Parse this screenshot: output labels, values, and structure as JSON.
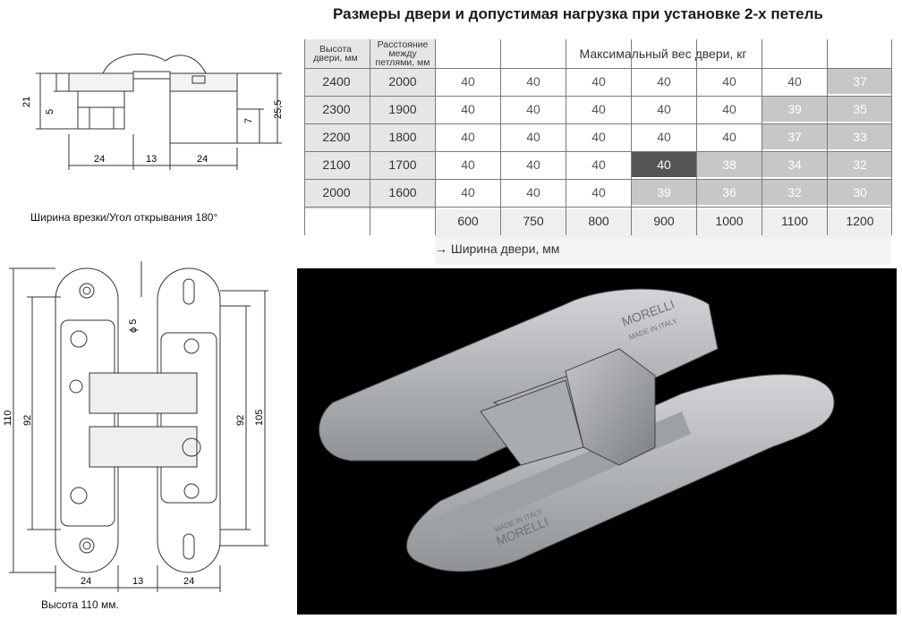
{
  "title": "Размеры двери и допустимая нагрузка при установке 2-х петель",
  "caption_top": "Ширина врезки/Угол открывания 180°",
  "caption_bottom": "Высота 110 мм.",
  "table": {
    "col_height_header": [
      "Высота",
      "двери, мм"
    ],
    "col_distance_header": [
      "Расстояние",
      "между",
      "петлями, мм"
    ],
    "weight_header": "Максимальный вес двери, кг",
    "width_axis_label": "→ Ширина двери, мм",
    "widths": [
      "600",
      "750",
      "800",
      "900",
      "1000",
      "1100",
      "1200"
    ],
    "rows": [
      {
        "height": "2400",
        "distance": "2000",
        "weights": [
          "40",
          "40",
          "40",
          "40",
          "40",
          "40",
          "37"
        ],
        "shade": [
          0,
          0,
          0,
          0,
          0,
          0,
          1
        ]
      },
      {
        "height": "2300",
        "distance": "1900",
        "weights": [
          "40",
          "40",
          "40",
          "40",
          "40",
          "39",
          "35"
        ],
        "shade": [
          0,
          0,
          0,
          0,
          0,
          1,
          1
        ]
      },
      {
        "height": "2200",
        "distance": "1800",
        "weights": [
          "40",
          "40",
          "40",
          "40",
          "40",
          "37",
          "33"
        ],
        "shade": [
          0,
          0,
          0,
          0,
          0,
          1,
          1
        ]
      },
      {
        "height": "2100",
        "distance": "1700",
        "weights": [
          "40",
          "40",
          "40",
          "40",
          "38",
          "34",
          "32"
        ],
        "shade": [
          0,
          0,
          0,
          2,
          1,
          1,
          1
        ]
      },
      {
        "height": "2000",
        "distance": "1600",
        "weights": [
          "40",
          "40",
          "40",
          "39",
          "36",
          "32",
          "30"
        ],
        "shade": [
          0,
          0,
          0,
          1,
          1,
          1,
          1
        ]
      }
    ],
    "colors": {
      "light": "#c7c7c7",
      "dark": "#555555",
      "header_bg": "#e6e6e6",
      "stripe": "#efefef"
    }
  },
  "dims_top": {
    "d21": "21",
    "d5": "5",
    "d7": "7",
    "d255": "25,5",
    "w24a": "24",
    "w13": "13",
    "w24b": "24"
  },
  "dims_bottom": {
    "d110": "110",
    "d92a": "92",
    "d92b": "92",
    "d105": "105",
    "phi5": "ϕ 5",
    "w24a": "24",
    "w13": "13",
    "w24b": "24"
  },
  "photo": {
    "brand": "MORELLI",
    "made_in": "MADE IN ITALY"
  }
}
